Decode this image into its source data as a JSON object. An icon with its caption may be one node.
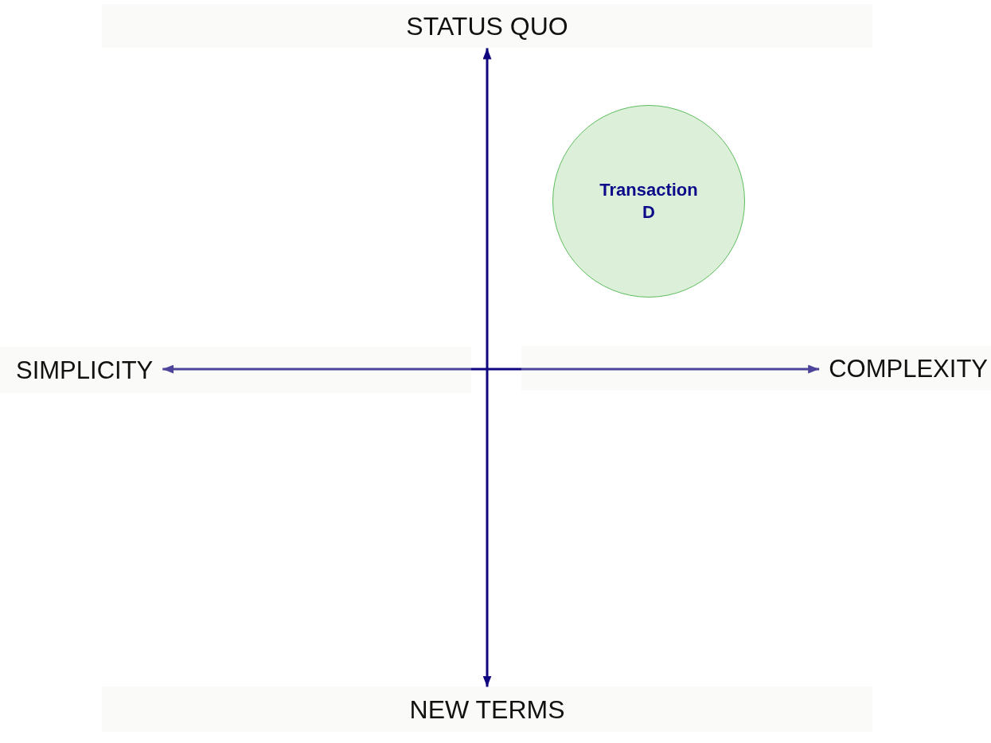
{
  "diagram": {
    "nodes": [
      {
        "text": [
          "STATUS QUO"
        ]
      },
      {
        "text": [
          "Transaction D"
        ]
      },
      {
        "text": [
          "SIMPLICITY"
        ]
      },
      {
        "text": [
          "COMPLEXITY"
        ]
      },
      {
        "text": [
          "NEW TERMS"
        ]
      }
    ],
    "edges": [
      {
        "from": 0,
        "to": 4,
        "arrow": "both"
      },
      {
        "from": 2,
        "to": 3,
        "arrow": "both"
      }
    ]
  }
}
